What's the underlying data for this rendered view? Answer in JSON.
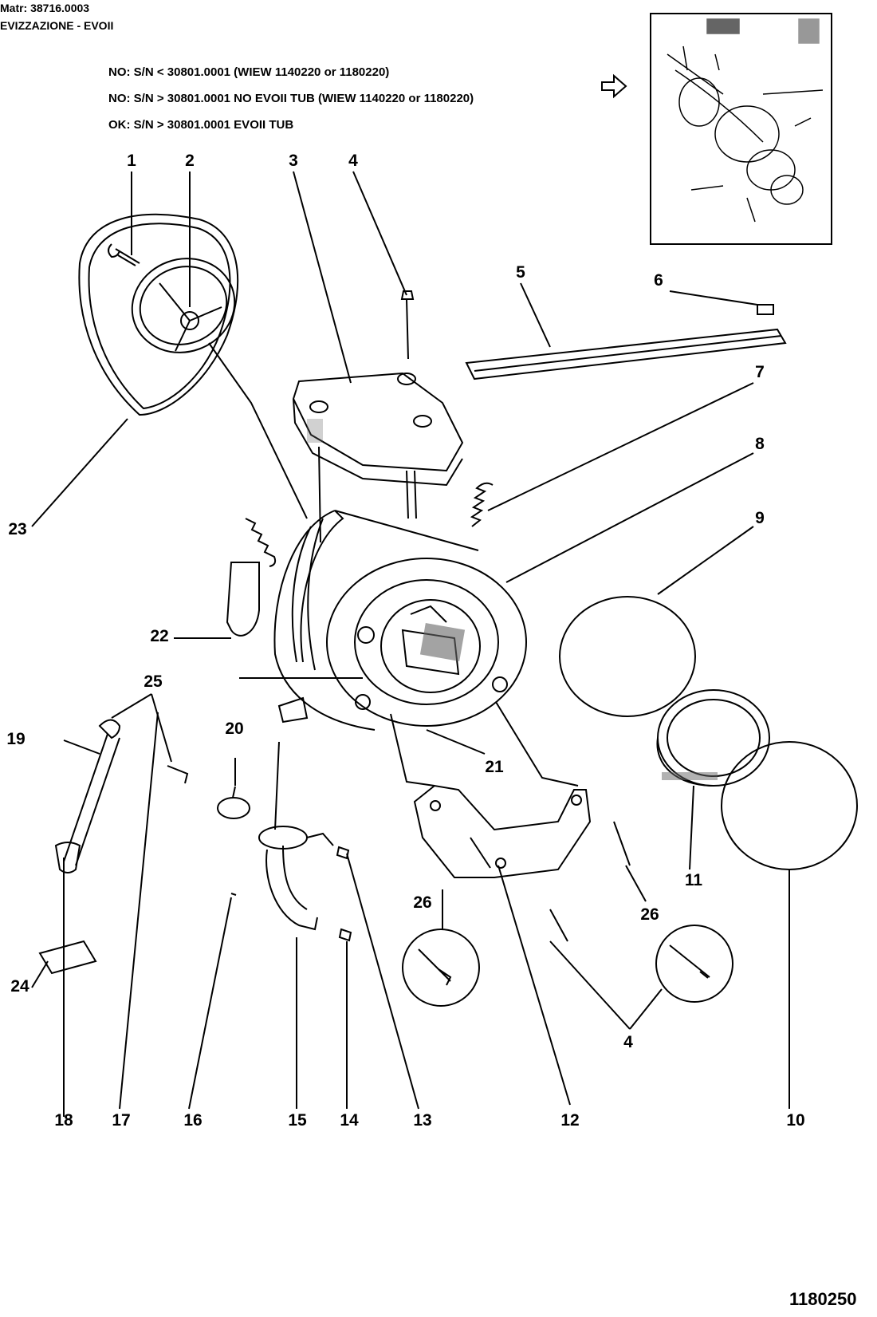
{
  "header": {
    "line1": "Matr: 38716.0003",
    "line2": "EVIZZAZIONE - EVOII"
  },
  "notes": [
    "NO: S/N < 30801.0001 (WIEW 1140220 or 1180220)",
    "NO: S/N > 30801.0001 NO EVOII TUB (WIEW 1140220 or 1180220)",
    "OK: S/N > 30801.0001 EVOII TUB"
  ],
  "callouts": {
    "n1": "1",
    "n2": "2",
    "n3": "3",
    "n4a": "4",
    "n5": "5",
    "n6": "6",
    "n7": "7",
    "n8": "8",
    "n9": "9",
    "n10": "10",
    "n11": "11",
    "n12": "12",
    "n13": "13",
    "n14": "14",
    "n15": "15",
    "n16": "16",
    "n17": "17",
    "n18": "18",
    "n19": "19",
    "n20": "20",
    "n21": "21",
    "n22": "22",
    "n23": "23",
    "n24": "24",
    "n25": "25",
    "n26a": "26",
    "n26b": "26",
    "n4b": "4"
  },
  "drawing_code": "1180250",
  "icons": {
    "arrow": "right-arrow-icon"
  }
}
